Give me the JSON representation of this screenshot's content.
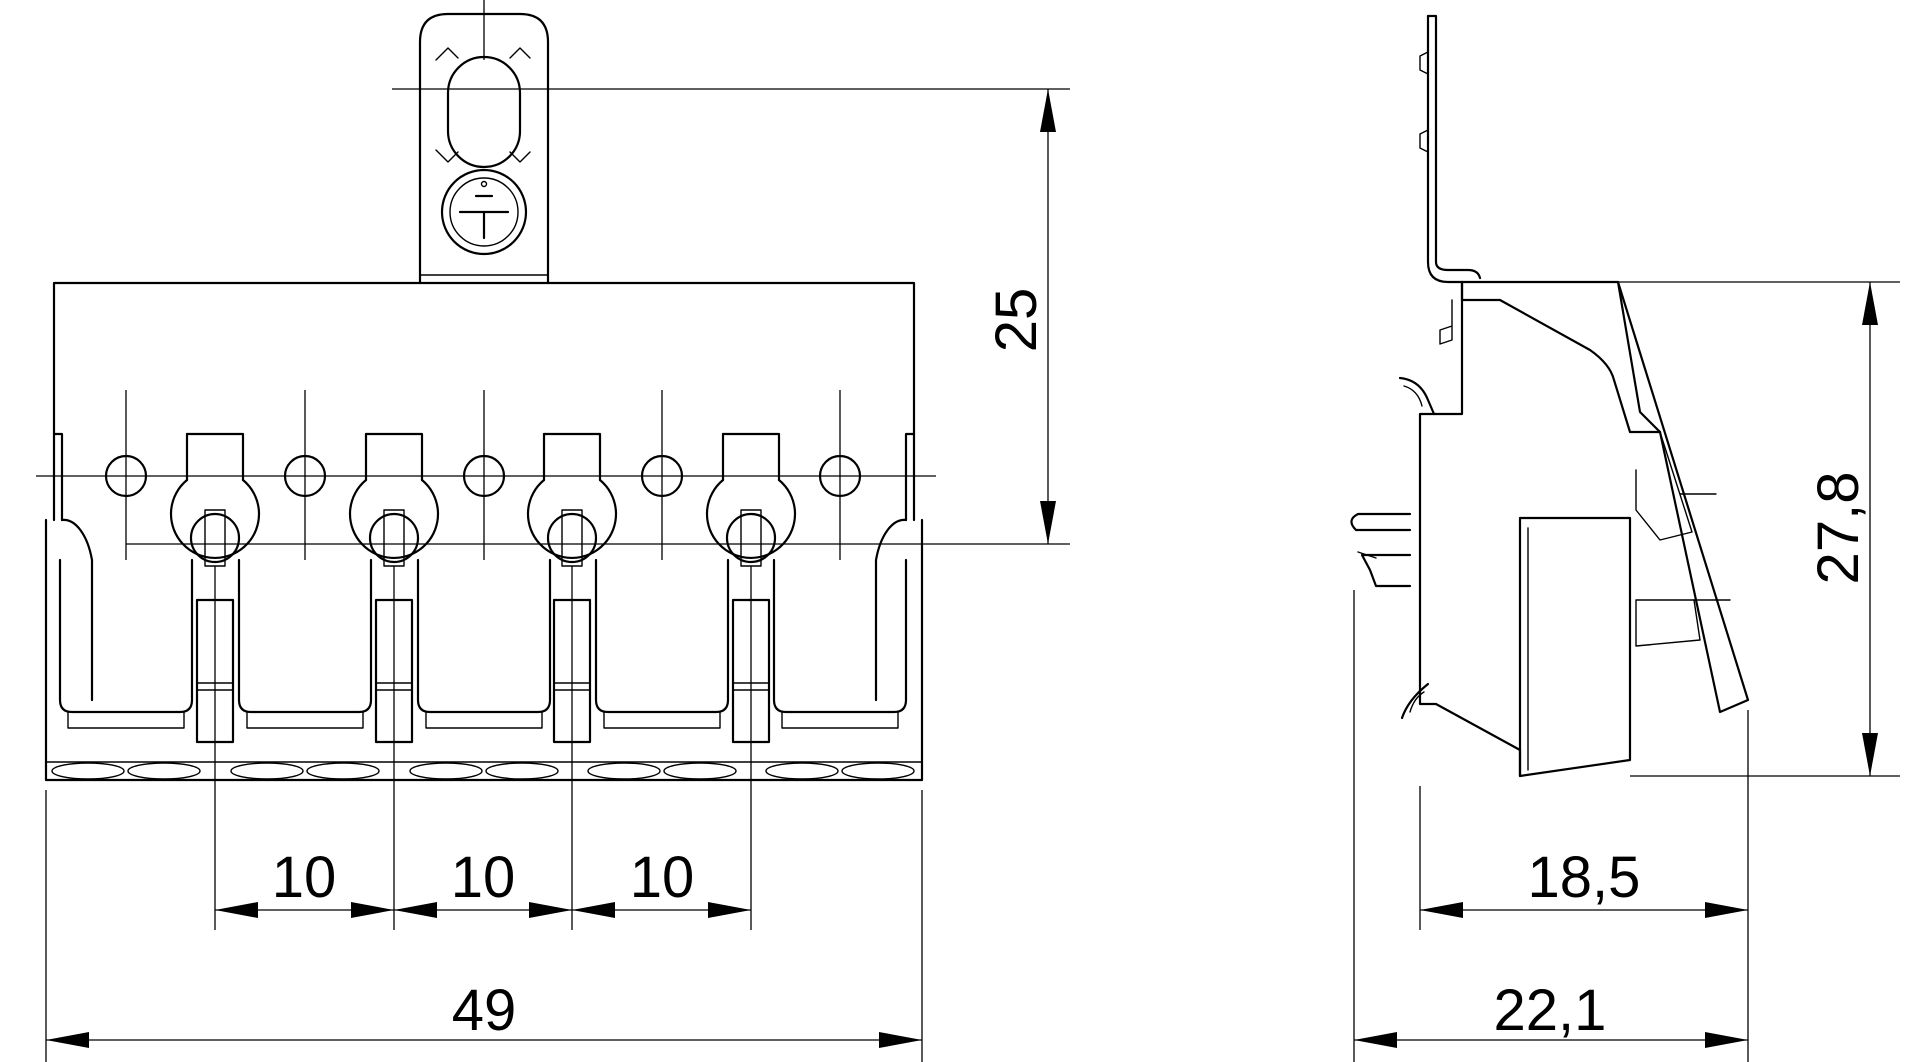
{
  "dimensions": {
    "tab_height": "25",
    "pitch_1": "10",
    "pitch_2": "10",
    "pitch_3": "10",
    "overall_width": "49",
    "side_height": "27,8",
    "side_depth_inner": "18,5",
    "side_depth_overall": "22,1"
  },
  "icons": {
    "ground_symbol": "protective-earth-icon"
  }
}
